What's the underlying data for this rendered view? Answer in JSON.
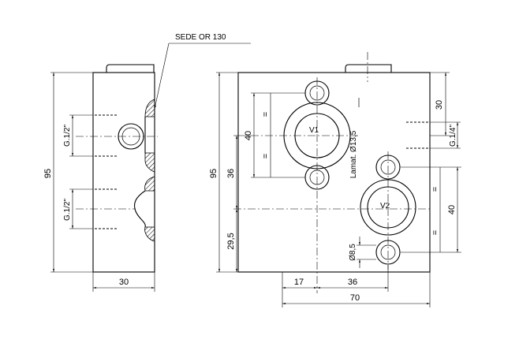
{
  "leader": {
    "label": "SEDE OR 130"
  },
  "side_view": {
    "height": "95",
    "width": "30",
    "port_top": "G.1/2\"",
    "port_bottom": "G.1/2\""
  },
  "front_view": {
    "height": "95",
    "dim_36_v": "36",
    "dim_29_5": "29,5",
    "dim_40_left": "40",
    "equal_left_top": "=",
    "equal_left_bottom": "=",
    "dim_17": "17",
    "dim_36_h": "36",
    "dim_70": "70",
    "dim_30_right": "30",
    "port_right": "G.1/4\"",
    "dim_40_right": "40",
    "equal_right_top": "=",
    "equal_right_bottom": "=",
    "counterbore": "Lamat. Ø13,5",
    "hole_dia": "Ø8,5",
    "v1": "V1",
    "v2": "V2"
  }
}
